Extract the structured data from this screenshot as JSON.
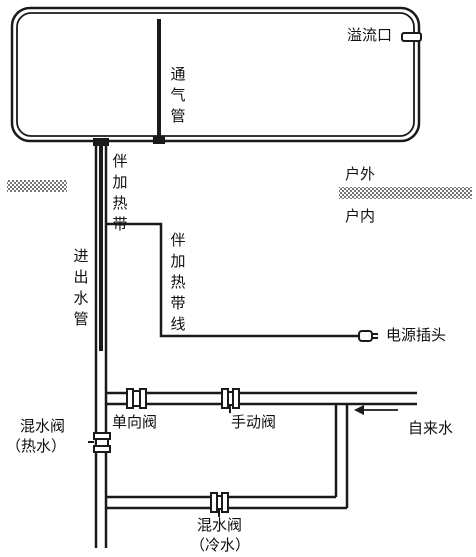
{
  "labels": {
    "overflow": "溢流口",
    "vent_pipe": "通气管",
    "heat_tape": "伴加热带",
    "heat_tape_wire": "伴加热带线",
    "inlet_outlet_pipe": "进出水管",
    "outdoor": "户外",
    "indoor": "户内",
    "power_plug": "电源插头",
    "check_valve": "单向阀",
    "manual_valve": "手动阀",
    "mixing_valve_hot": "混水阀",
    "mixing_valve_hot_note": "（热水）",
    "tap_water": "自来水",
    "mixing_valve_cold": "混水阀",
    "mixing_valve_cold_note": "（冷水）"
  },
  "colors": {
    "line": "#1a1a1a",
    "pipe_fill": "#ffffff",
    "wall_hatch": "#777777"
  }
}
